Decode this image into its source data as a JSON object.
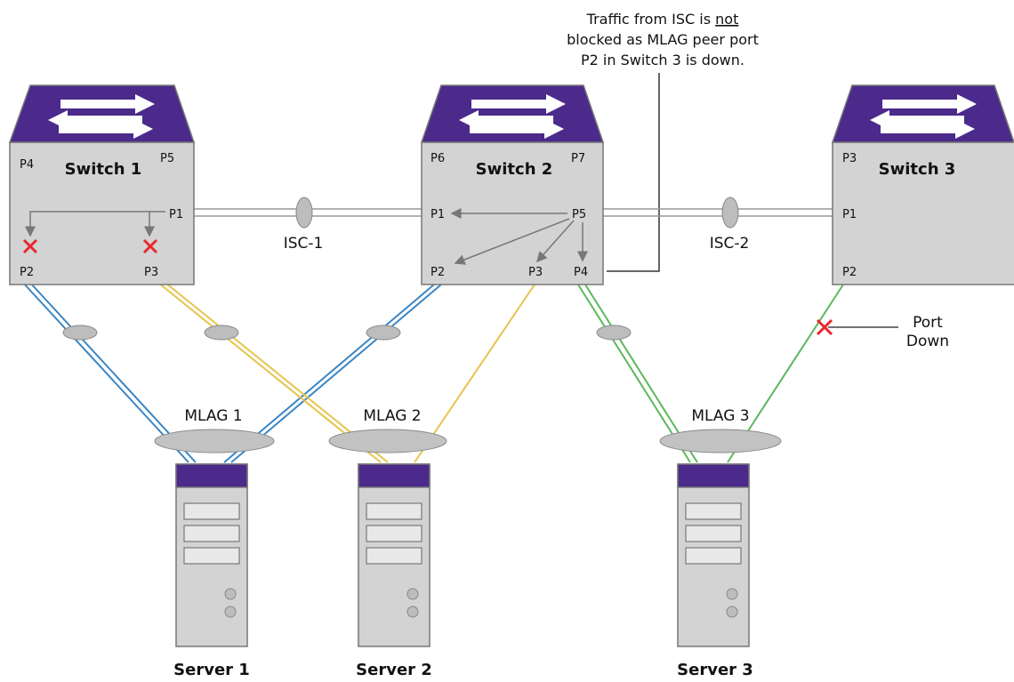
{
  "annotation": {
    "line1_pre": "Traffic from ISC is ",
    "line1_emph": "not",
    "line2": "blocked as MLAG peer port",
    "line3": "P2 in Switch 3 is down."
  },
  "switches": [
    {
      "name": "Switch 1",
      "ports": {
        "tl": "P4",
        "tr": "P5",
        "isc": "P1",
        "bl": "P2",
        "br": "P3"
      }
    },
    {
      "name": "Switch 2",
      "ports": {
        "tl": "P6",
        "tr": "P7",
        "isc_l": "P1",
        "isc_r": "P5",
        "bl": "P2",
        "bm": "P3",
        "br": "P4"
      }
    },
    {
      "name": "Switch 3",
      "ports": {
        "tl": "P3",
        "isc": "P1",
        "bl": "P2"
      }
    }
  ],
  "links": {
    "isc1": "ISC-1",
    "isc2": "ISC-2"
  },
  "mlags": [
    "MLAG 1",
    "MLAG 2",
    "MLAG 3"
  ],
  "port_down": {
    "line1": "Port",
    "line2": "Down"
  },
  "servers": [
    "Server 1",
    "Server 2",
    "Server 3"
  ],
  "colors": {
    "purple": "#4b2a8c",
    "switch_body": "#d3d3d3",
    "blue_link": "#3a86c4",
    "yellow_link": "#e6c44b",
    "green_link": "#5cb85c",
    "cross": "#e8282d"
  }
}
